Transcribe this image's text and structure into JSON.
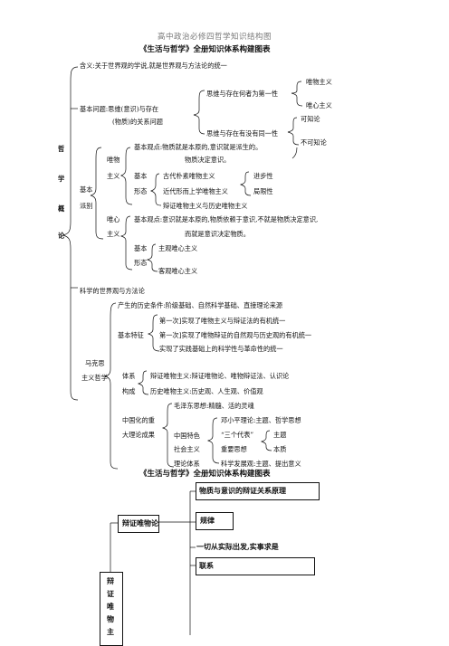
{
  "header": "高中政治必修四哲学知识结构图",
  "title1": "《生活与哲学》全册知识体系构建图表",
  "vertical_title": [
    "哲",
    "学",
    "概",
    "论"
  ],
  "content": "含义:关于世界观的学说,就是世界观与方法论的统一",
  "basic_q": {
    "label": "基本问题:思维(意识)与存在",
    "label2": "(物质)的关系问题",
    "first": "思维与存在何者为第一性",
    "materialism": "唯物主义",
    "idealism": "唯心主义",
    "identity": "思维与存在有没有同一性",
    "knowable": "可知论",
    "unknowable": "不可知论"
  },
  "schools": {
    "label1": "基本",
    "label2": "派别",
    "mat1": "唯物",
    "mat2": "主义",
    "mat_view": "基本观点:物质就是本原的,意识就是派生的。",
    "mat_view2": "物质决定意识。",
    "forms1": "基本",
    "forms2": "形态",
    "ancient": "古代朴素唯物主义",
    "metaphys": "近代形而上学唯物主义",
    "progress": "进步性",
    "limit": "局限性",
    "dialectic": "辩证唯物主义与历史唯物主义",
    "ide1": "唯心",
    "ide2": "主义",
    "ide_view": "基本观点:意识就是本原的,物质依赖于意识,不就是物质决定意识,",
    "ide_view2": "而就是意识决定物质。",
    "ide_forms1": "基本",
    "ide_forms2": "形态",
    "subj": "主观唯心主义",
    "obj": "客观唯心主义"
  },
  "sci": "科学的世界观与方法论",
  "marx": {
    "label1": "马克思",
    "label2": "主义哲学",
    "conditions": "产生的历史条件:阶级基础、自然科学基础、直接理论来源",
    "feat_label": "基本特征",
    "feat1": "第一次]实现了唯物主义与辩证法的有机统一",
    "feat2": "第一次]实现了唯物辩证的自然观与历史观的有机统一",
    "feat3": "实现了实践基础上的科学性与革命性的统一",
    "sys1": "体系",
    "sys2": "构成",
    "sys_a": "辩证唯物主义:辩证唯物论、唯物辩证法、认识论",
    "sys_b": "历史唯物主义:历史观、人生观、价值观",
    "china1": "中国化的重",
    "china2": "大理论成果",
    "mao": "毛泽东思想:精髓、活的灵魂",
    "cs1": "中国特色",
    "cs2": "社会主义",
    "cs3": "理论体系",
    "deng": "邓小平理论:主题、哲学思想",
    "three": "“三个代表”",
    "theme": "主题",
    "essence": "本质",
    "important": "重要思想",
    "sci_dev": "科学发展观:主题、提出意义"
  },
  "title2": "《生活与哲学》全册知识体系构建图表",
  "part2": {
    "dialectical_materialism": "辩证唯物论",
    "box1": "物质与意识的辩证关系原理",
    "box2": "规律",
    "box3": "一切从实际出发,实事求是",
    "box4": "联系",
    "vertical": [
      "辩",
      "证",
      "唯",
      "物",
      "主"
    ]
  }
}
